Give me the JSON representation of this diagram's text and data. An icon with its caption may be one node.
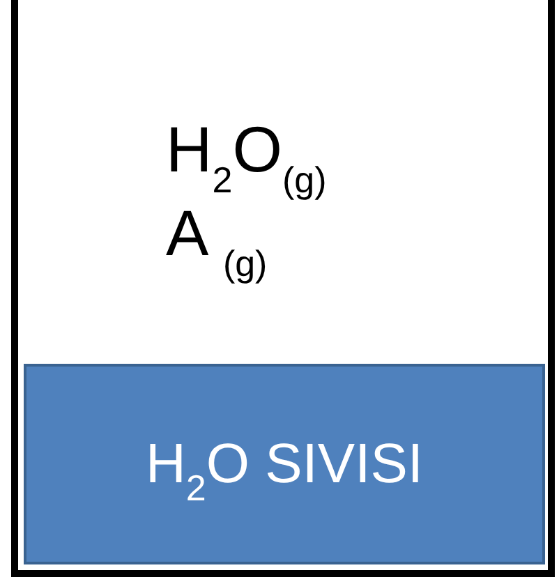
{
  "diagram": {
    "nodes": [
      {
        "text": [
          "H$_{2}$O$_{(g)}$",
          "A $_{(g)}$"
        ]
      },
      {
        "text": [
          "H$_{2}$O SIVISI"
        ],
        "in": 0
      }
    ]
  }
}
